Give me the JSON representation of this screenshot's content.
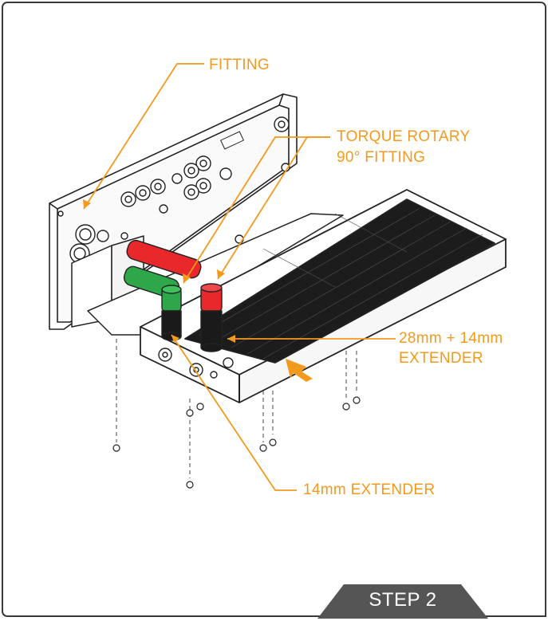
{
  "labels": {
    "fitting": "FITTING",
    "torque_line1": "TORQUE ROTARY",
    "torque_line2": "90° FITTING",
    "extender_28_line1": "28mm + 14mm",
    "extender_28_line2": "EXTENDER",
    "extender_14": "14mm EXTENDER"
  },
  "step": {
    "label": "STEP 2"
  },
  "colors": {
    "callout": "#f39a1e",
    "frame": "#3a3a3a",
    "tab": "#555555",
    "green_tube": "#2ea64a",
    "red_tube": "#e8282a",
    "line": "#222222"
  }
}
